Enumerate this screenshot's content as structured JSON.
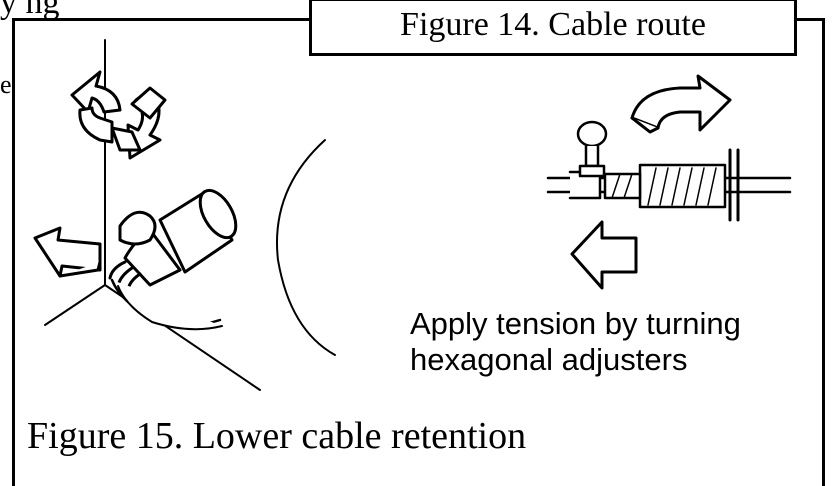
{
  "fragments": {
    "top_text": "y ng",
    "side_text": "e"
  },
  "figure14": {
    "caption": "Figure 14. Cable route"
  },
  "figure15": {
    "caption": "Figure 15. Lower cable retention",
    "note_line_1": "Apply tension by turning",
    "note_line_2": "hexagonal adjusters"
  },
  "colors": {
    "ink": "#000000",
    "paper": "#ffffff"
  },
  "icons": {
    "rotate_arrows_left": "rotate-arrows-icon",
    "pull_arrow_left": "pull-arrow-icon",
    "rotate_arrow_right": "rotate-arrow-icon",
    "push_arrow_right": "push-arrow-icon"
  }
}
